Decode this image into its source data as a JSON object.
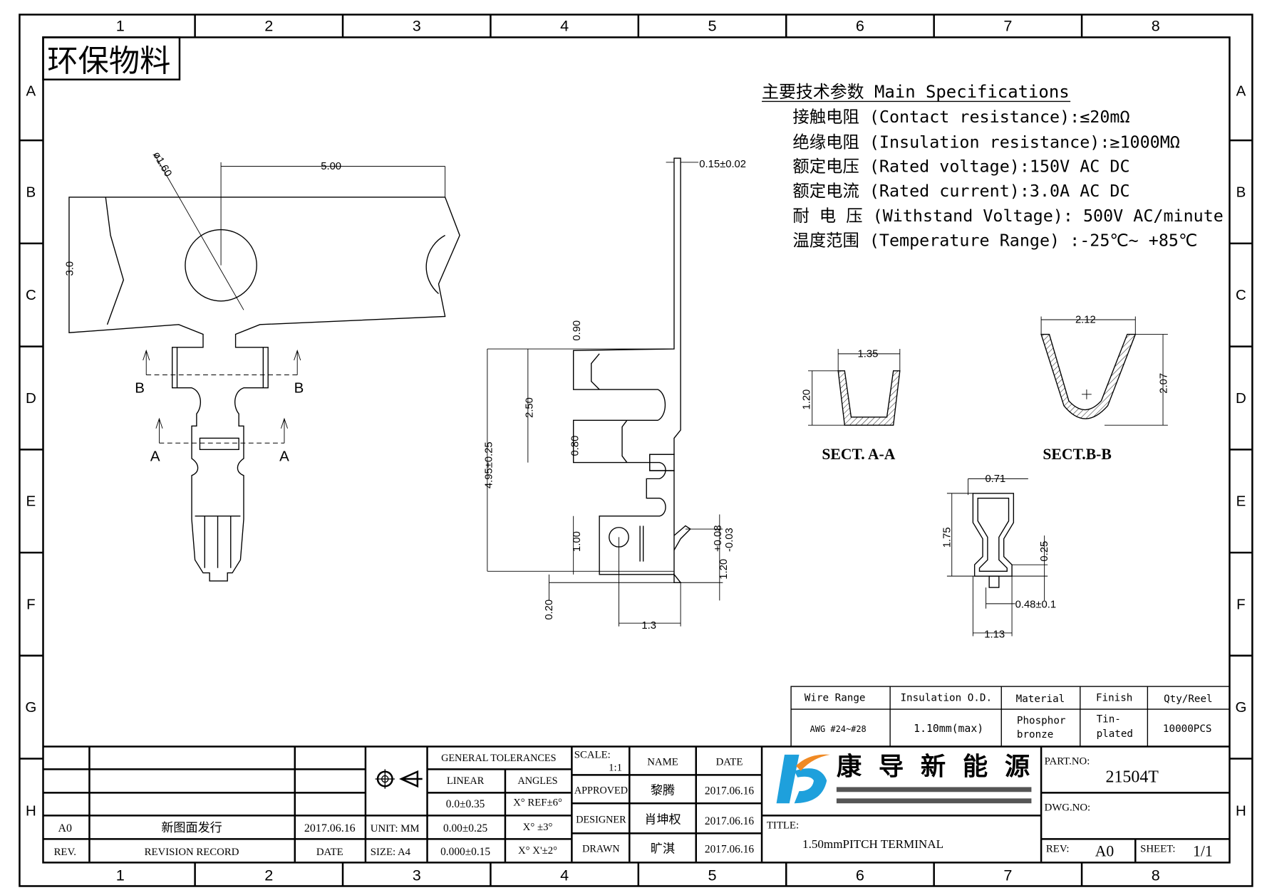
{
  "grid": {
    "columns": [
      "1",
      "2",
      "3",
      "4",
      "5",
      "6",
      "7",
      "8"
    ],
    "rows": [
      "A",
      "B",
      "C",
      "D",
      "E",
      "F",
      "G",
      "H"
    ]
  },
  "stamp": "环保物料",
  "specs": {
    "heading": "主要技术参数 Main Specifications",
    "lines": [
      "接触电阻 (Contact resistance):≤20mΩ",
      "绝缘电阻 (Insulation resistance):≥1000MΩ",
      "额定电压 (Rated voltage):150V AC DC",
      "额定电流 (Rated current):3.0A AC DC",
      "耐 电 压 (Withstand Voltage): 500V AC/minute",
      "温度范围 (Temperature Range) :-25℃~ +85℃"
    ]
  },
  "dimensions": {
    "top_view": {
      "dia": "ø1.60",
      "len": "5.00",
      "h": "3.0",
      "sect_b": "B",
      "sect_a": "A"
    },
    "side_view": {
      "t": "0.15±0.02",
      "d090": "0.90",
      "d250": "2.50",
      "d495": "4.95±0.25",
      "d080": "0.80",
      "d100": "1.00",
      "d020": "0.20",
      "d13": "1.3",
      "d120": "1.20",
      "d120_tol_plus": "+0.08",
      "d120_tol_minus": "-0.03"
    },
    "sect_aa": {
      "w": "1.35",
      "h": "1.20",
      "label": "SECT. A-A"
    },
    "sect_bb": {
      "w": "2.12",
      "h": "2.07",
      "label": "SECT.B-B"
    },
    "end_view": {
      "w071": "0.71",
      "h175": "1.75",
      "d025": "0.25",
      "d048": "0.48±0.1",
      "w113": "1.13"
    }
  },
  "spec_table": {
    "headers": [
      "Wire Range",
      "Insulation O.D.",
      "Material",
      "Finish",
      "Qty/Reel"
    ],
    "values": [
      "AWG #24~#28",
      "1.10mm(max)",
      [
        "Phosphor",
        "bronze"
      ],
      [
        "Tin-",
        "plated"
      ],
      "10000PCS"
    ]
  },
  "title_block": {
    "revisions": [
      {
        "rev": "A0",
        "record": "新图面发行",
        "date": "2017.06.16"
      }
    ],
    "rev_header": {
      "rev": "REV.",
      "record": "REVISION RECORD",
      "date": "DATE"
    },
    "unit": "UNIT: MM",
    "size": "SIZE: A4",
    "tolerances": {
      "title": "GENERAL TOLERANCES",
      "linear_label": "LINEAR",
      "angles_label": "ANGLES",
      "linear": [
        "0.0±0.35",
        "0.00±0.25",
        "0.000±0.15"
      ],
      "angles": [
        "X° REF±6°",
        "X° ±3°",
        "X° X'±2°"
      ]
    },
    "scale_label": "SCALE:",
    "scale": "1:1",
    "name_label": "NAME",
    "date_label": "DATE",
    "signoffs": [
      {
        "role": "APPROVED",
        "name": "黎腾",
        "date": "2017.06.16"
      },
      {
        "role": "DESIGNER",
        "name": "肖坤权",
        "date": "2017.06.16"
      },
      {
        "role": "DRAWN",
        "name": "旷淇",
        "date": "2017.06.16"
      }
    ],
    "company": "康 导 新 能 源",
    "title_label": "TITLE:",
    "title": "1.50mmPITCH TERMINAL",
    "part_no_label": "PART.NO:",
    "part_no": "21504T",
    "dwg_no_label": "DWG.NO:",
    "rev_label": "REV:",
    "rev": "A0",
    "sheet_label": "SHEET:",
    "sheet": "1/1"
  },
  "colors": {
    "logo_blue": "#1ea0dc",
    "logo_orange": "#f08a24"
  }
}
